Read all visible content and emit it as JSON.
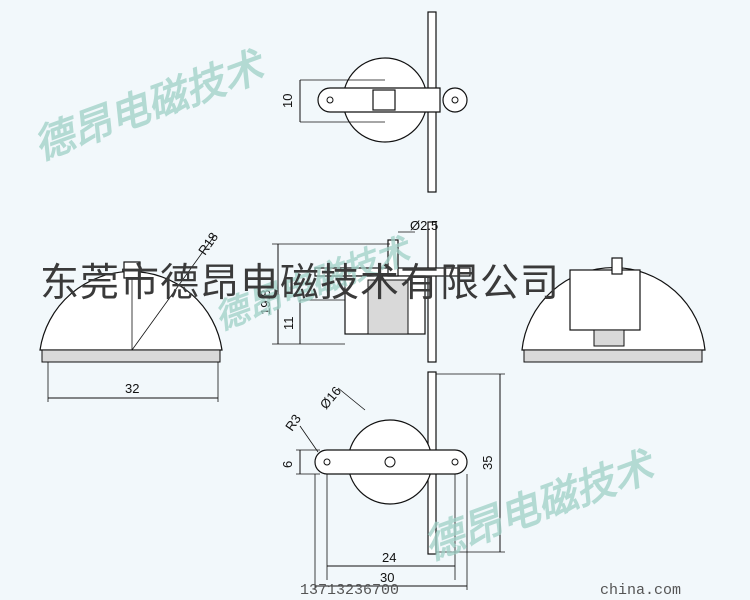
{
  "watermark": {
    "text1": "德昂电磁技术",
    "text2": "德昂电磁技术",
    "text3": "德昂电磁技术"
  },
  "banner": {
    "text": "东莞市德昂电磁技术有限公司"
  },
  "footer": {
    "phone": "13713236700",
    "site": "china.com"
  },
  "dimensions": {
    "top_view_height": "10",
    "pin_diameter": "Ø2.5",
    "overall_height": "19.8",
    "body_height": "11",
    "radius_side": "R18",
    "side_width": "32",
    "body_diameter": "Ø16",
    "tab_radius": "R3",
    "tab_height": "6",
    "total_height": "35",
    "hole_spacing": "24",
    "total_width": "30"
  }
}
